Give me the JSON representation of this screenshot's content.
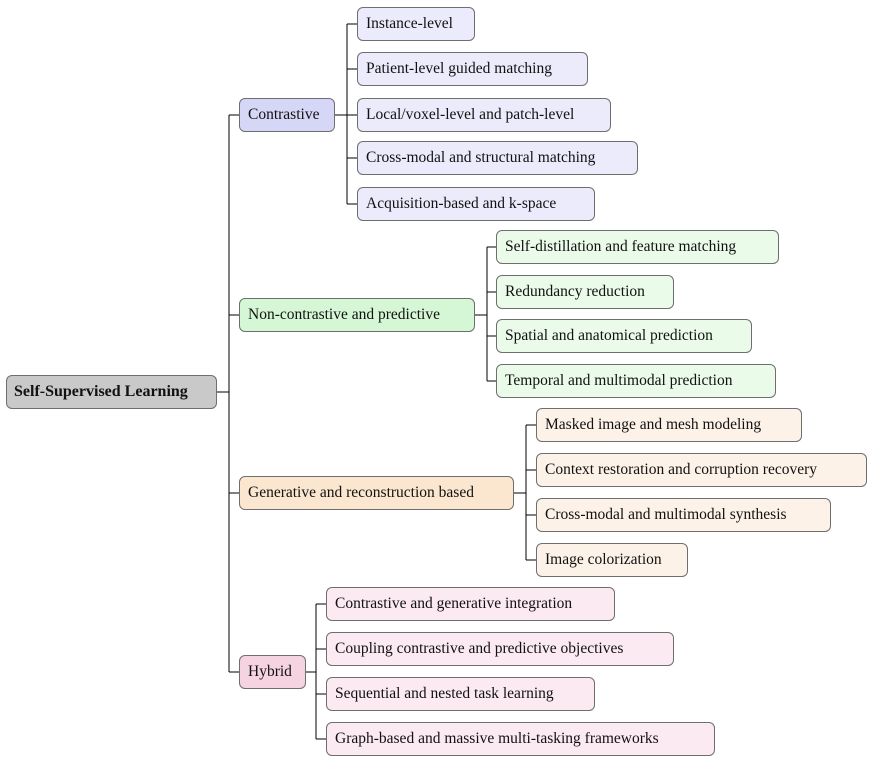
{
  "root": {
    "label": "Self-Supervised Learning"
  },
  "categories": [
    {
      "label": "Contrastive",
      "children": [
        "Instance-level",
        "Patient-level guided matching",
        "Local/voxel-level and patch-level",
        "Cross-modal and structural matching",
        "Acquisition-based and k-space"
      ]
    },
    {
      "label": "Non-contrastive and predictive",
      "children": [
        "Self-distillation and feature matching",
        "Redundancy reduction",
        "Spatial and anatomical prediction",
        "Temporal and multimodal prediction"
      ]
    },
    {
      "label": "Generative and reconstruction based",
      "children": [
        "Masked image and mesh modeling",
        "Context restoration and corruption recovery",
        "Cross-modal and multimodal synthesis",
        "Image colorization"
      ]
    },
    {
      "label": "Hybrid",
      "children": [
        "Contrastive and generative integration",
        "Coupling contrastive and predictive objectives",
        "Sequential and nested task learning",
        "Graph-based and massive multi-tasking frameworks"
      ]
    }
  ],
  "colors": {
    "root": "#c9c9c9",
    "contrastive": "#d6d6f7",
    "non_contrastive": "#d5f7d5",
    "generative": "#fbe6d0",
    "hybrid": "#f5d3e0"
  }
}
